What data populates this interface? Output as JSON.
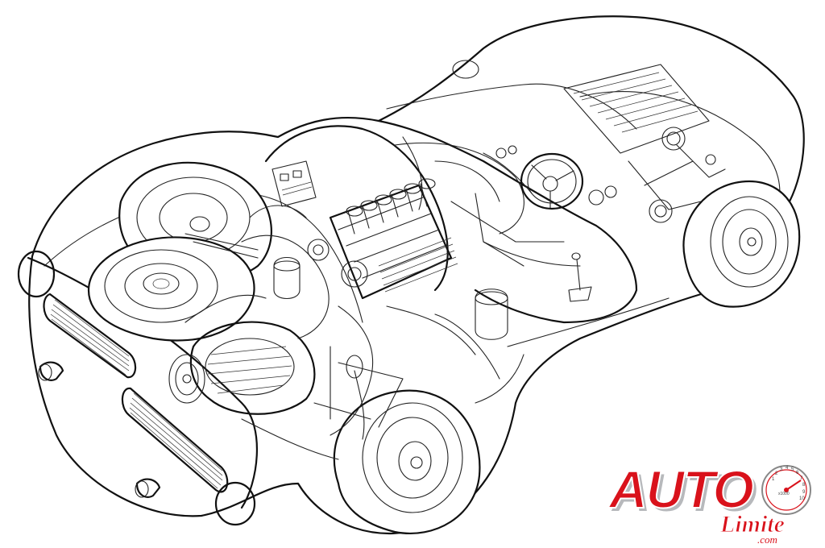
{
  "logo": {
    "primary": "AUTO",
    "secondary": "Limite",
    "suffix": ".com",
    "gauge_numbers": [
      "1",
      "2",
      "3",
      "4",
      "5",
      "6",
      "7",
      "8",
      "9",
      "10"
    ],
    "gauge_label": "x1000",
    "red": "#d9121b",
    "silver": "#b7b9bc"
  },
  "colors": {
    "ink": "#111111",
    "paper": "#ffffff"
  }
}
